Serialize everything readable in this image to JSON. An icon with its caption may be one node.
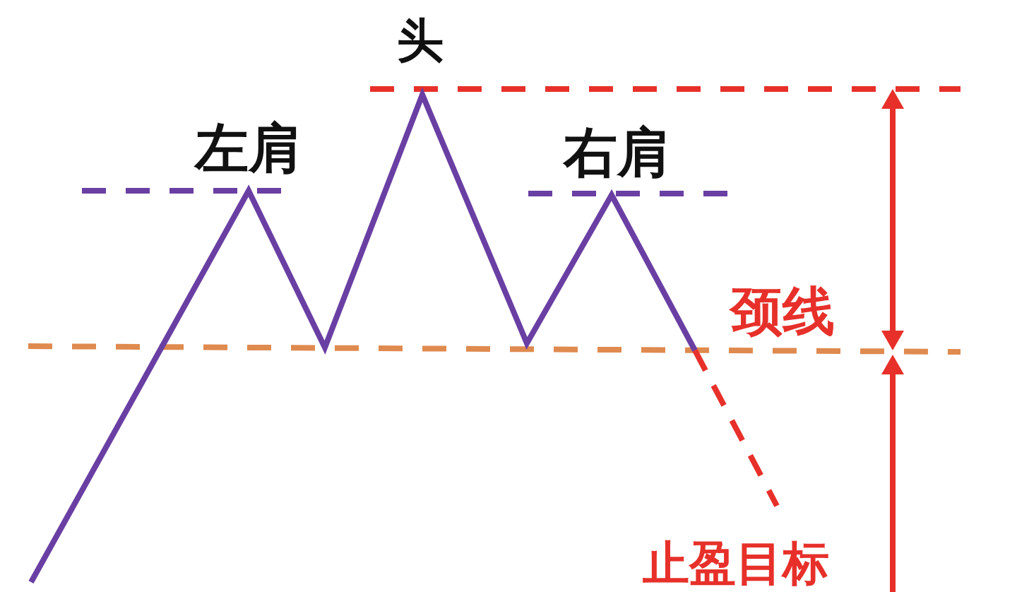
{
  "diagram": {
    "labels": [
      "头",
      "左肩",
      "右肩",
      "颈线",
      "止盈目标"
    ]
  }
}
